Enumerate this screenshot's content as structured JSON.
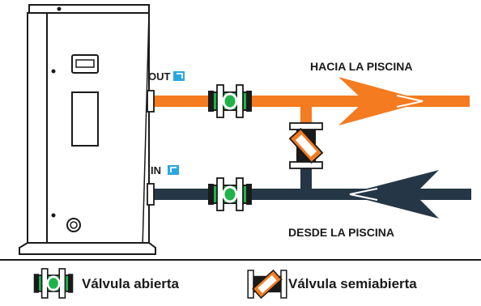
{
  "labels": {
    "out": "OUT",
    "in": "IN",
    "to_pool": "HACIA LA PISCINA",
    "from_pool": "DESDE LA PISCINA"
  },
  "legend": {
    "open_valve": "Válvula abierta",
    "half_open_valve": "Válvula semiabierta"
  },
  "colors": {
    "hot_pipe": "#f47b20",
    "cold_pipe": "#253746",
    "valve_green": "#1fb34a",
    "outline": "#1a1a1a",
    "out_badge": "#2aa7e0"
  },
  "icons": [
    "heat-pump-unit",
    "open-valve-icon",
    "half-open-valve-icon",
    "flow-arrow-icon"
  ]
}
